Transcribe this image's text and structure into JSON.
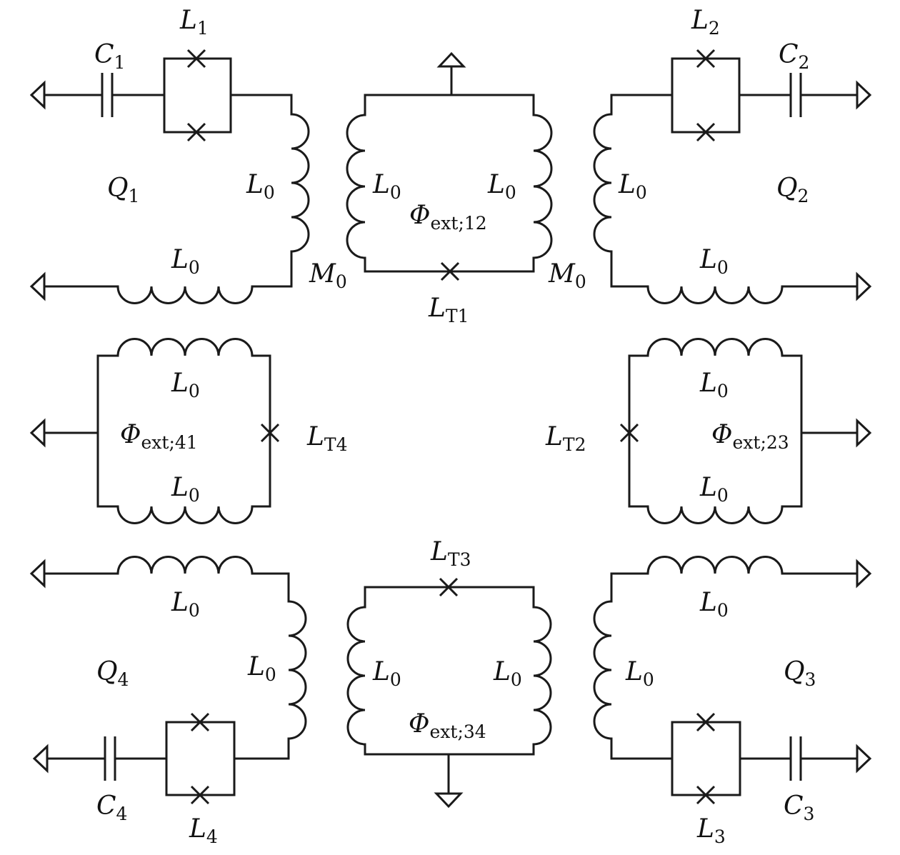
{
  "qubits": {
    "q1": {
      "main": "Q",
      "sub": "1"
    },
    "q2": {
      "main": "Q",
      "sub": "2"
    },
    "q3": {
      "main": "Q",
      "sub": "3"
    },
    "q4": {
      "main": "Q",
      "sub": "4"
    }
  },
  "junctions": {
    "l1": {
      "main": "L",
      "sub": "1"
    },
    "l2": {
      "main": "L",
      "sub": "2"
    },
    "l3": {
      "main": "L",
      "sub": "3"
    },
    "l4": {
      "main": "L",
      "sub": "4"
    }
  },
  "capacitors": {
    "c1": {
      "main": "C",
      "sub": "1"
    },
    "c2": {
      "main": "C",
      "sub": "2"
    },
    "c3": {
      "main": "C",
      "sub": "3"
    },
    "c4": {
      "main": "C",
      "sub": "4"
    }
  },
  "inductor": {
    "main": "L",
    "sub": "0"
  },
  "mutual": {
    "main": "M",
    "sub": "0"
  },
  "couplers": {
    "t1": {
      "main": "L",
      "sub": "T1"
    },
    "t2": {
      "main": "L",
      "sub": "T2"
    },
    "t3": {
      "main": "L",
      "sub": "T3"
    },
    "t4": {
      "main": "L",
      "sub": "T4"
    }
  },
  "fluxes": {
    "f12": {
      "main": "Φ",
      "sub": "ext;12"
    },
    "f23": {
      "main": "Φ",
      "sub": "ext;23"
    },
    "f34": {
      "main": "Φ",
      "sub": "ext;34"
    },
    "f41": {
      "main": "Φ",
      "sub": "ext;41"
    }
  }
}
